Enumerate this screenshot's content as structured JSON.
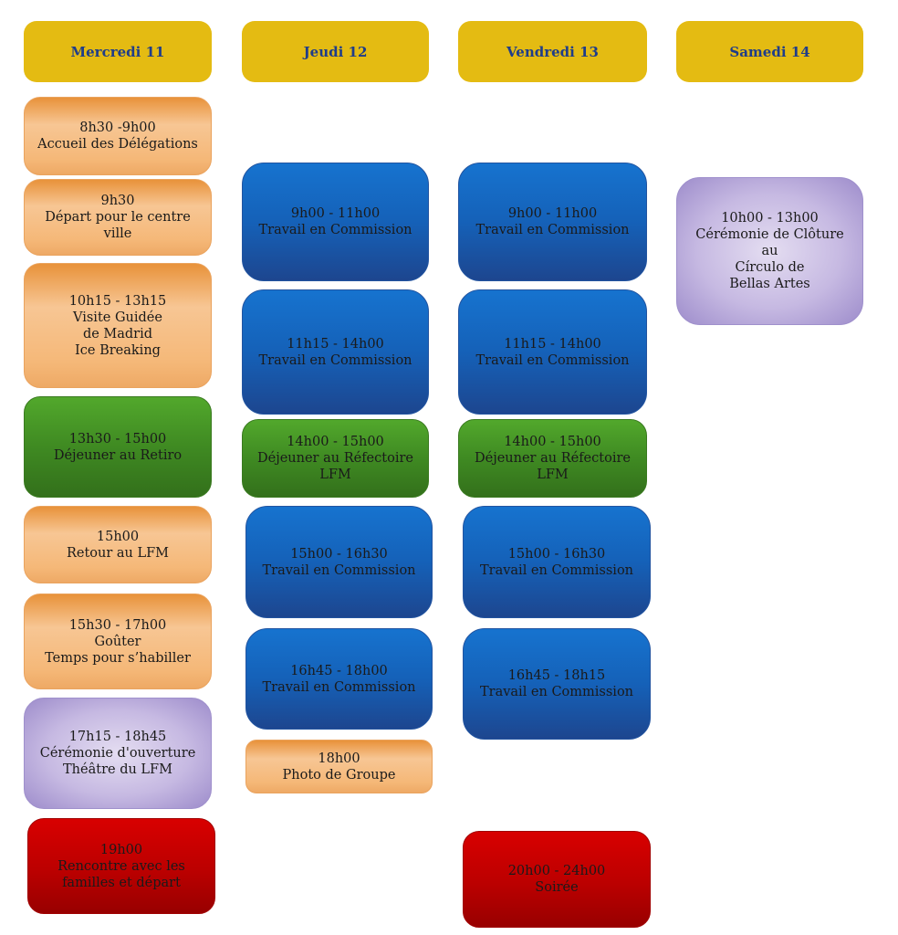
{
  "days": {
    "wed": "Mercredi 11",
    "thu": "Jeudi 12",
    "fri": "Vendredi 13",
    "sat": "Samedi 14"
  },
  "wednesday": [
    {
      "time": "8h30 -9h00",
      "lines": [
        "Accueil des Délégations"
      ]
    },
    {
      "time": "9h30",
      "lines": [
        "Départ pour le centre",
        "ville"
      ]
    },
    {
      "time": "10h15 - 13h15",
      "lines": [
        "Visite Guidée",
        "de Madrid",
        "Ice Breaking"
      ]
    },
    {
      "time": "13h30 - 15h00",
      "lines": [
        "Déjeuner au Retiro"
      ]
    },
    {
      "time": "15h00",
      "lines": [
        "Retour au LFM"
      ]
    },
    {
      "time": "15h30 - 17h00",
      "lines": [
        "Goûter",
        "Temps pour s’habiller"
      ]
    },
    {
      "time": "17h15 - 18h45",
      "lines": [
        "Cérémonie d'ouverture",
        "Théâtre du LFM"
      ]
    },
    {
      "time": "19h00",
      "lines": [
        "Rencontre avec les",
        "familles et départ"
      ]
    }
  ],
  "thursday": [
    {
      "time": "9h00 - 11h00",
      "lines": [
        "Travail en Commission"
      ]
    },
    {
      "time": "11h15 - 14h00",
      "lines": [
        "Travail en Commission"
      ]
    },
    {
      "time": "14h00 - 15h00",
      "lines": [
        "Déjeuner au Réfectoire",
        "LFM"
      ]
    },
    {
      "time": "15h00 - 16h30",
      "lines": [
        "Travail en Commission"
      ]
    },
    {
      "time": "16h45 - 18h00",
      "lines": [
        "Travail en Commission"
      ]
    },
    {
      "time": "18h00",
      "lines": [
        "Photo de Groupe"
      ]
    }
  ],
  "friday": [
    {
      "time": "9h00 - 11h00",
      "lines": [
        "Travail en Commission"
      ]
    },
    {
      "time": "11h15 - 14h00",
      "lines": [
        "Travail en Commission"
      ]
    },
    {
      "time": "14h00 - 15h00",
      "lines": [
        "Déjeuner au Réfectoire",
        "LFM"
      ]
    },
    {
      "time": "15h00 - 16h30",
      "lines": [
        "Travail en Commission"
      ]
    },
    {
      "time": "16h45 - 18h15",
      "lines": [
        "Travail en Commission"
      ]
    },
    {
      "time": "20h00 - 24h00",
      "lines": [
        "Soirée"
      ]
    }
  ],
  "saturday": [
    {
      "time": "10h00 - 13h00",
      "lines": [
        "Cérémonie de Clôture",
        "au",
        "Círculo de",
        "Bellas Artes"
      ]
    }
  ],
  "colors": {
    "header": "#e4bb12",
    "header_text": "#1f3d8a",
    "activity": "#f5b878",
    "meal": "#3f8a22",
    "work": "#1561b8",
    "ceremony": "#c6b9e2",
    "evening": "#bb0000"
  }
}
